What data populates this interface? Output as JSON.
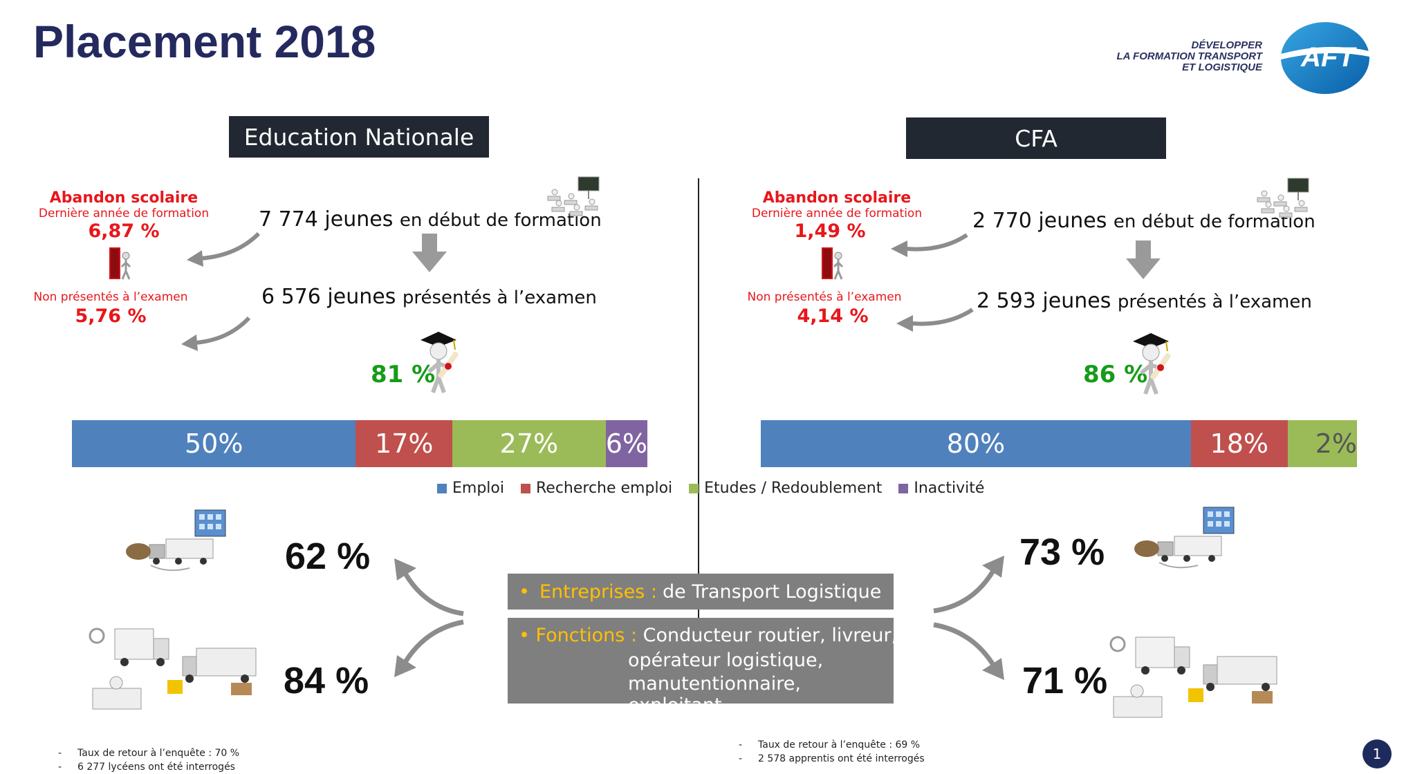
{
  "title": "Placement 2018",
  "logo": {
    "line1": "DÉVELOPPER",
    "line2": "LA FORMATION TRANSPORT",
    "line3": "ET LOGISTIQUE",
    "mark": "AFT"
  },
  "left": {
    "header": "Education Nationale",
    "abandon_title": "Abandon scolaire",
    "abandon_sub": "Dernière année de formation",
    "abandon_pct": "6,87 %",
    "start_num": "7 774 jeunes",
    "start_text": "en début de formation",
    "absent_title": "Non présentés à l’examen",
    "absent_pct": "5,76 %",
    "exam_num": "6 576 jeunes",
    "exam_text": "présentés à l’examen",
    "success_pct": "81 %",
    "enterprise_pct": "62 %",
    "function_pct": "84 %",
    "foot1": "Taux de retour à l’enquête : 70 %",
    "foot2": "6 277 lycéens ont été interrogés"
  },
  "right": {
    "header": "CFA",
    "abandon_title": "Abandon scolaire",
    "abandon_sub": "Dernière année de formation",
    "abandon_pct": "1,49 %",
    "start_num": "2 770 jeunes",
    "start_text": "en début de formation",
    "absent_title": "Non présentés à l’examen",
    "absent_pct": "4,14 %",
    "exam_num": "2 593 jeunes",
    "exam_text": "présentés à l’examen",
    "success_pct": "86 %",
    "enterprise_pct": "73 %",
    "function_pct": "71 %",
    "foot1": "Taux de retour à l’enquête : 69 %",
    "foot2": "2 578 apprentis ont été interrogés"
  },
  "center_box": {
    "enterprises_label": "Entreprises :",
    "enterprises_text": "de Transport Logistique",
    "functions_label": "Fonctions :",
    "functions_line1": "Conducteur routier, livreur,",
    "functions_line2": "opérateur logistique,",
    "functions_line3": "manutentionnaire, exploitant"
  },
  "page_number": "1",
  "chart_data": [
    {
      "type": "bar",
      "orientation": "horizontal-stacked-100",
      "categories": [
        "Education Nationale"
      ],
      "series": [
        {
          "name": "Emploi",
          "values": [
            50
          ],
          "label": "50%",
          "color": "#4f81bd"
        },
        {
          "name": "Recherche emploi",
          "values": [
            17
          ],
          "label": "17%",
          "color": "#c0504d"
        },
        {
          "name": "Etudes / Redoublement",
          "values": [
            27
          ],
          "label": "27%",
          "color": "#9bbb59"
        },
        {
          "name": "Inactivité",
          "values": [
            6
          ],
          "label": "6%",
          "color": "#8064a2"
        }
      ],
      "legend": "bottom"
    },
    {
      "type": "bar",
      "orientation": "horizontal-stacked-100",
      "categories": [
        "CFA"
      ],
      "series": [
        {
          "name": "Emploi",
          "values": [
            80
          ],
          "label": "80%",
          "color": "#4f81bd"
        },
        {
          "name": "Recherche emploi",
          "values": [
            18
          ],
          "label": "18%",
          "color": "#c0504d"
        },
        {
          "name": "Etudes / Redoublement",
          "values": [
            2
          ],
          "label": "2%",
          "color": "#9bbb59"
        }
      ],
      "legend": "bottom"
    }
  ]
}
